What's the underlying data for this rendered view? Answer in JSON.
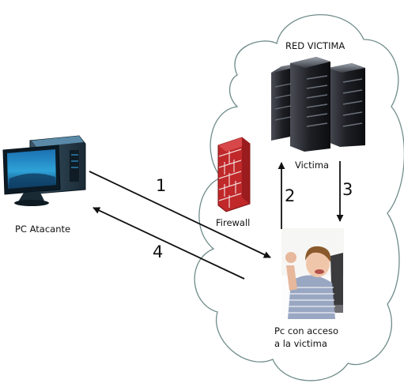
{
  "cloud_title": "RED VICTIMA",
  "nodes": {
    "attacker": "PC Atacante",
    "firewall": "Firewall",
    "victim_server": "Victima",
    "access_pc_line1": "Pc con acceso",
    "access_pc_line2": "a la victima"
  },
  "steps": [
    "1",
    "2",
    "3",
    "4"
  ],
  "colors": {
    "cloud_outline": "#6f8c8a",
    "arrow": "#111111",
    "brick": "#c0282a"
  },
  "icons": {
    "attacker": "desktop-computer-icon",
    "servers": "server-rack-icon",
    "firewall": "brick-wall-icon",
    "access_pc": "person-at-laptop-icon"
  }
}
